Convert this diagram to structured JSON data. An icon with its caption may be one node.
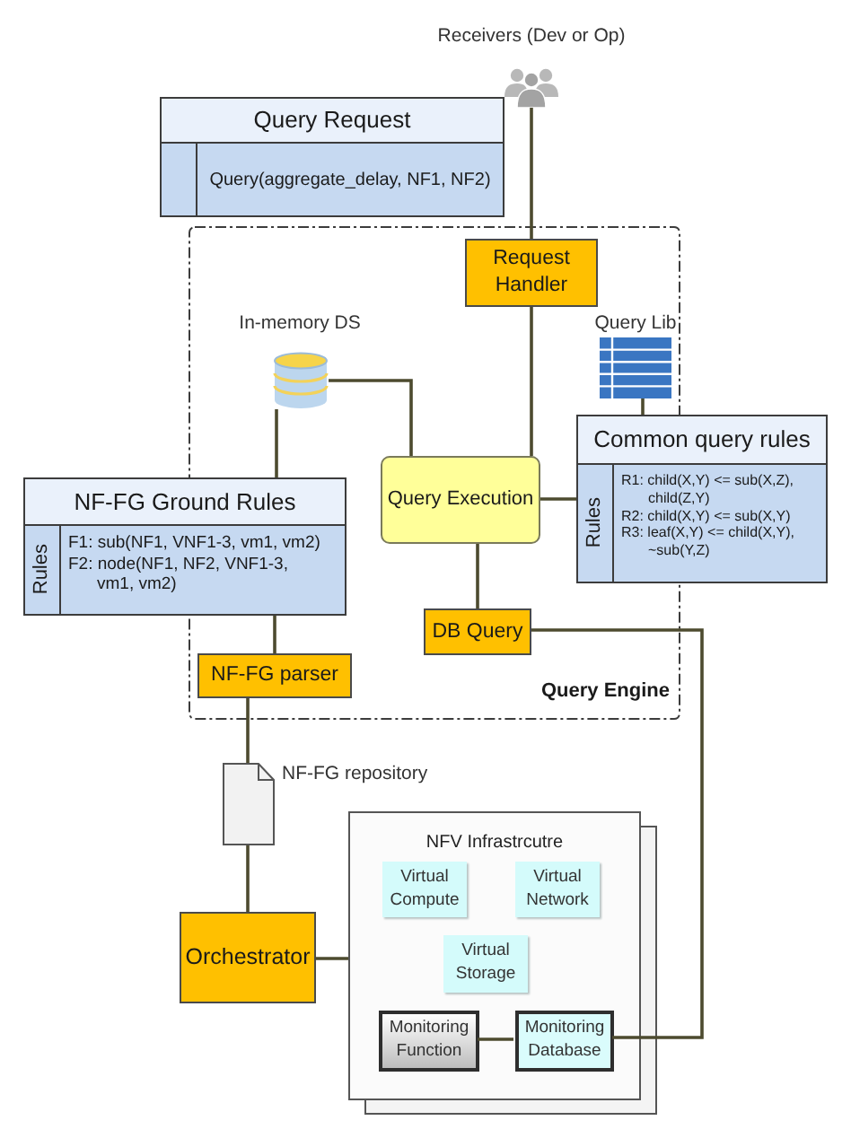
{
  "diagram": {
    "nodes": [
      {
        "text": [],
        "shape": "person",
        "beside": [
          "Receivers (Dev or Op)"
        ]
      },
      {
        "text": [
          "Query Request",
          "Query(aggregate_delay, NF1, NF2)"
        ]
      },
      {
        "text": [
          "Query Engine"
        ]
      },
      {
        "text": [
          "Request Handler"
        ],
        "in": 2
      },
      {
        "text": [],
        "shape": "cylinder",
        "beside": [
          "In-memory DS"
        ],
        "in": 2
      },
      {
        "text": [],
        "shape": "picture",
        "beside": [
          "Query Lib"
        ],
        "in": 2
      },
      {
        "text": [
          "Common query rules",
          "Rules",
          "R1: child(X,Y) <= sub(X,Z), child(Z,Y)",
          "R2: child(X,Y) <= sub(X,Y)",
          "R3: leaf(X,Y) <= child(X,Y), ~sub(Y,Z)"
        ]
      },
      {
        "text": [
          "NF-FG Ground Rules",
          "Rules",
          "F1: sub(NF1, VNF1-3, vm1, vm2)",
          "F2: node(NF1, NF2, VNF1-3, vm1, vm2)"
        ]
      },
      {
        "text": [
          "Query Execution"
        ],
        "in": 2
      },
      {
        "text": [
          "DB Query"
        ],
        "in": 2
      },
      {
        "text": [
          "NF-FG parser"
        ],
        "in": 2
      },
      {
        "text": [],
        "shape": "document",
        "beside": [
          "NF-FG repository"
        ]
      },
      {
        "text": [
          "Orchestrator"
        ]
      },
      {
        "text": [
          "NFV Infrastrcutre"
        ]
      },
      {
        "text": [
          "Virtual Compute"
        ],
        "in": 13
      },
      {
        "text": [
          "Virtual Network"
        ],
        "in": 13
      },
      {
        "text": [
          "Virtual Storage"
        ],
        "in": 13
      },
      {
        "text": [
          "Monitoring Function"
        ],
        "in": 13
      },
      {
        "text": [
          "Monitoring Database"
        ],
        "in": 13
      }
    ],
    "edges": [
      {
        "from": 0,
        "to": 3,
        "arrow": "none"
      },
      {
        "from": 3,
        "to": 8,
        "arrow": "none"
      },
      {
        "from": 4,
        "to": 8,
        "arrow": "none"
      },
      {
        "from": 4,
        "to": 7,
        "arrow": "none"
      },
      {
        "from": 5,
        "to": 6,
        "arrow": "none"
      },
      {
        "from": 8,
        "to": 6,
        "arrow": "none"
      },
      {
        "from": 8,
        "to": 9,
        "arrow": "none"
      },
      {
        "from": 7,
        "to": 10,
        "arrow": "none"
      },
      {
        "from": 10,
        "to": 11,
        "arrow": "none"
      },
      {
        "from": 11,
        "to": 12,
        "arrow": "none"
      },
      {
        "from": 12,
        "to": 13,
        "arrow": "none"
      },
      {
        "from": 17,
        "to": 18,
        "arrow": "none"
      },
      {
        "from": 18,
        "to": 9,
        "arrow": "none"
      }
    ]
  }
}
